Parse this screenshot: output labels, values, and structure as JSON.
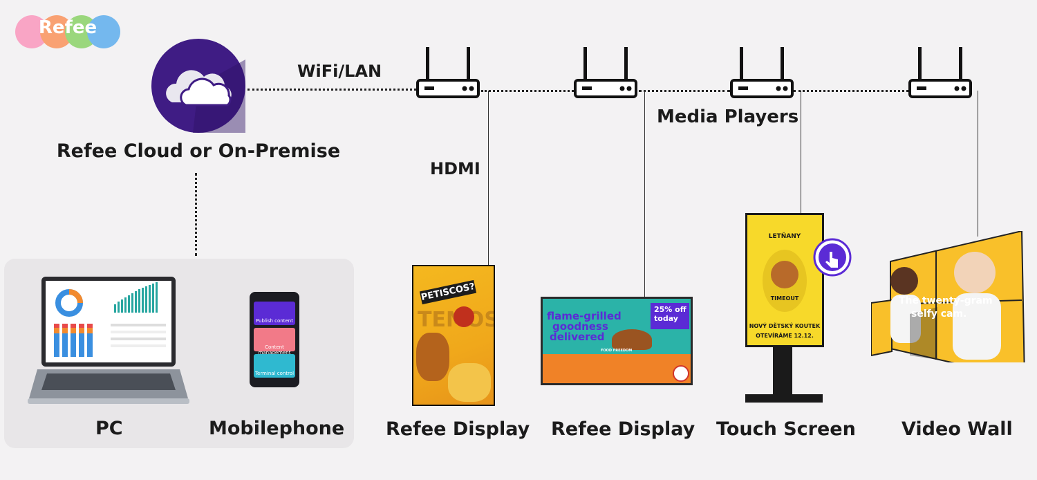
{
  "brand": {
    "logo_text": "Refee",
    "logo_colors": [
      "#f9a5c5",
      "#f9a172",
      "#9ad77c",
      "#74b8ee"
    ]
  },
  "connections": {
    "wifi_label": "WiFi/LAN",
    "hdmi_label": "HDMI",
    "players_label": "Media Players"
  },
  "cloud": {
    "label": "Refee Cloud or On-Premise",
    "circle_color": "#3f1c84"
  },
  "controllers": {
    "pc_label": "PC",
    "mobile_label": "Mobilephone"
  },
  "phone": {
    "buttons": [
      "Publish content",
      "Content management",
      "Terminal control"
    ]
  },
  "displays": [
    {
      "label": "Refee Display",
      "screen_text": [
        "PETISCOS?",
        "TEMOS"
      ]
    },
    {
      "label": "Refee Display",
      "screen_text": [
        "flame-grilled",
        "goodness",
        "delivered",
        "25% off",
        "today",
        "FOOD FREEDOM"
      ]
    },
    {
      "label": "Touch Screen",
      "screen_text": [
        "LETŇANY",
        "TIMEOUT",
        "NOVÝ DĚTSKÝ KOUTEK",
        "OTEVÍRÁME 12.12."
      ]
    },
    {
      "label": "Video Wall",
      "screen_text": [
        "The twenty-gram",
        "selfy cam."
      ]
    }
  ]
}
